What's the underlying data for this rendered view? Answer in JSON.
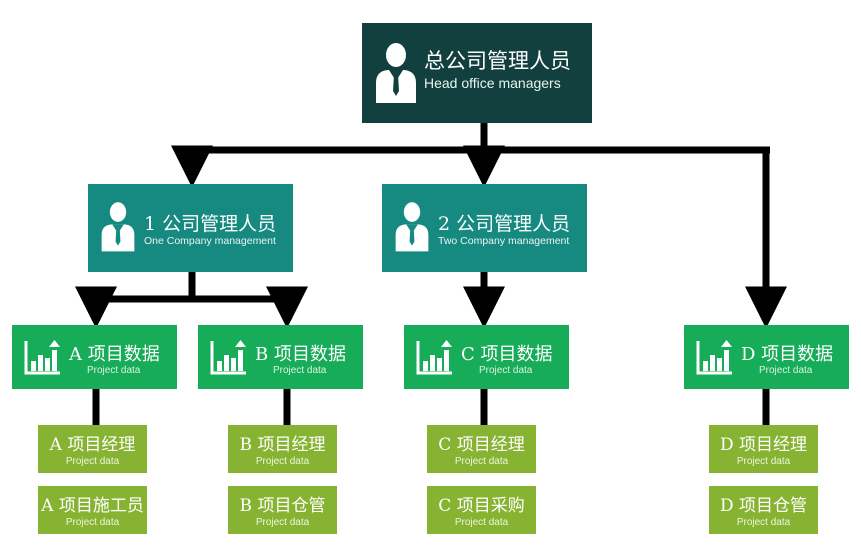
{
  "colors": {
    "root": "#12403e",
    "manager": "#168a80",
    "project": "#16ac58",
    "leaf": "#86b332",
    "connector": "#000000"
  },
  "root": {
    "title": "总公司管理人员",
    "subtitle": "Head office managers",
    "icon": "manager-person-icon"
  },
  "managers": [
    {
      "title": "1 公司管理人员",
      "subtitle": "One Company management",
      "icon": "manager-person-icon"
    },
    {
      "title": "2 公司管理人员",
      "subtitle": "Two Company management",
      "icon": "manager-person-icon"
    }
  ],
  "projects": [
    {
      "title": "A 项目数据",
      "subtitle": "Project data",
      "icon": "bar-chart-icon",
      "items": [
        {
          "title": "A 项目经理",
          "subtitle": "Project data"
        },
        {
          "title": "A 项目施工员",
          "subtitle": "Project data"
        }
      ]
    },
    {
      "title": "B 项目数据",
      "subtitle": "Project data",
      "icon": "bar-chart-icon",
      "items": [
        {
          "title": "B 项目经理",
          "subtitle": "Project data"
        },
        {
          "title": "B 项目仓管",
          "subtitle": "Project data"
        }
      ]
    },
    {
      "title": "C 项目数据",
      "subtitle": "Project data",
      "icon": "bar-chart-icon",
      "items": [
        {
          "title": "C 项目经理",
          "subtitle": "Project data"
        },
        {
          "title": "C 项目采购",
          "subtitle": "Project data"
        }
      ]
    },
    {
      "title": "D 项目数据",
      "subtitle": "Project data",
      "icon": "bar-chart-icon",
      "items": [
        {
          "title": "D 项目经理",
          "subtitle": "Project data"
        },
        {
          "title": "D 项目仓管",
          "subtitle": "Project data"
        }
      ]
    }
  ]
}
